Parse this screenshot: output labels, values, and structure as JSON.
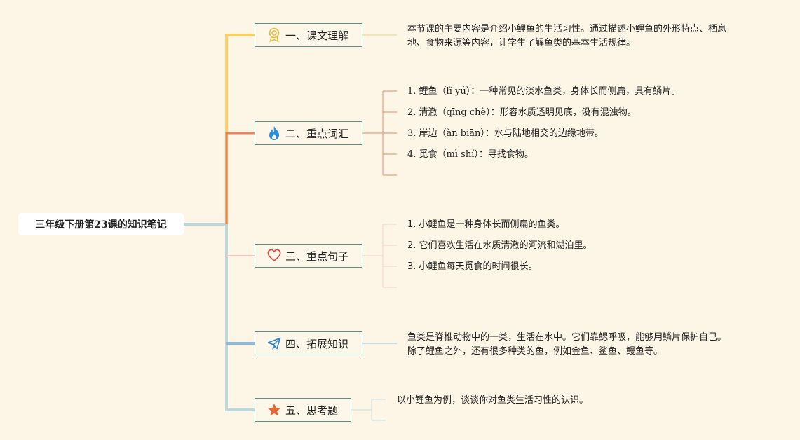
{
  "root": {
    "title": "三年级下册第23课的知识笔记"
  },
  "branches": [
    {
      "label": "一、课文理解",
      "icon": "award-icon",
      "color": "#f7cf6a",
      "text": [
        "本节课的主要内容是介绍小鲤鱼的生活习性。通过描述小鲤鱼的外形特点、栖息",
        "地、食物来源等内容，让学生了解鱼类的基本生活规律。"
      ]
    },
    {
      "label": "二、重点词汇",
      "icon": "flame-icon",
      "color": "#e8835a",
      "items": [
        "1. 鲤鱼（lǐ yú）：一种常见的淡水鱼类，身体长而侧扁，具有鳞片。",
        "2. 清澈（qīng chè）：形容水质透明见底，没有混浊物。",
        "3. 岸边（àn biān）：水与陆地相交的边缘地带。",
        "4. 觅食（mì shí）：寻找食物。"
      ]
    },
    {
      "label": "三、重点句子",
      "icon": "heart-icon",
      "color": "#f2c3bd",
      "items": [
        "1. 小鲤鱼是一种身体长而侧扁的鱼类。",
        "2. 它们喜欢生活在水质清澈的河流和湖泊里。",
        "3. 小鲤鱼每天觅食的时间很长。"
      ]
    },
    {
      "label": "四、拓展知识",
      "icon": "paper-plane-icon",
      "color": "#8fb8dd",
      "text": [
        "鱼类是脊椎动物中的一类，生活在水中。它们靠鳃呼吸，能够用鳞片保护自己。",
        "除了鲤鱼之外，还有很多种类的鱼，例如金鱼、鲨鱼、鳗鱼等。"
      ]
    },
    {
      "label": "五、思考题",
      "icon": "star-icon",
      "color": "#bcd8dc",
      "items": [
        "以小鲤鱼为例，谈谈你对鱼类生活习性的认识。"
      ]
    }
  ]
}
